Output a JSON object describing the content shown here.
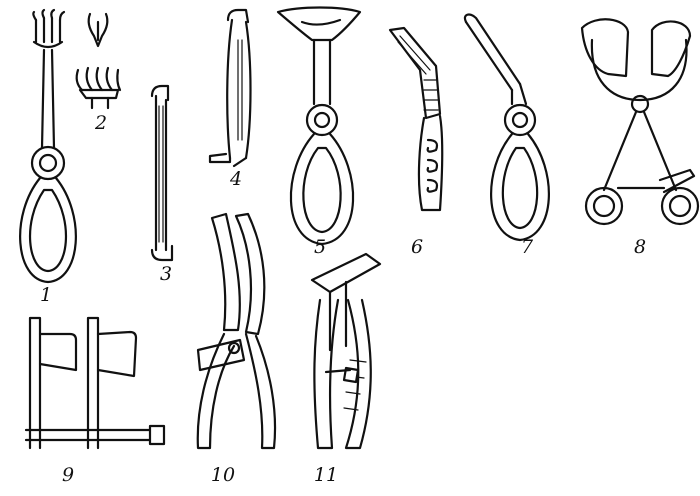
{
  "figure": {
    "labels": [
      {
        "id": "1",
        "text": "1"
      },
      {
        "id": "2",
        "text": "2"
      },
      {
        "id": "3",
        "text": "3"
      },
      {
        "id": "4",
        "text": "4"
      },
      {
        "id": "5",
        "text": "5"
      },
      {
        "id": "6",
        "text": "6"
      },
      {
        "id": "7",
        "text": "7"
      },
      {
        "id": "8",
        "text": "8"
      },
      {
        "id": "9",
        "text": "9"
      },
      {
        "id": "10",
        "text": "10"
      },
      {
        "id": "11",
        "text": "11"
      }
    ]
  },
  "colors": {
    "ink": "#111111",
    "paper": "#ffffff"
  }
}
